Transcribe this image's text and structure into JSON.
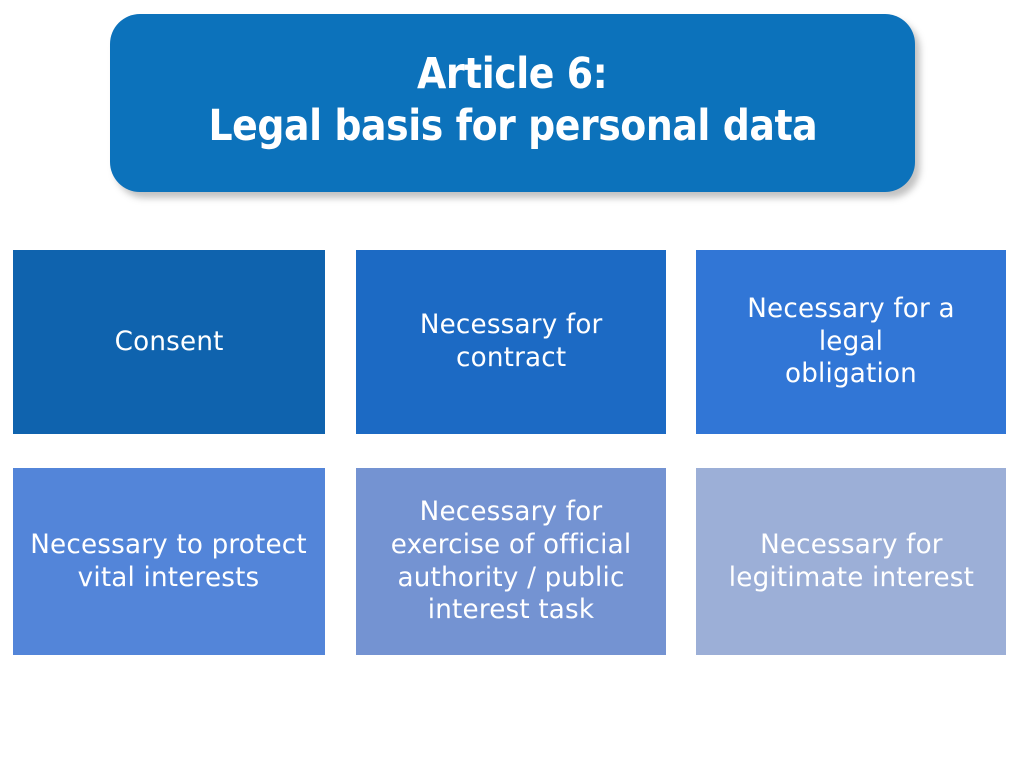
{
  "slide": {
    "background_color": "#ffffff",
    "title": {
      "line_1": "Article 6:",
      "line_2": "Legal basis for personal data",
      "background_color": "#0c72bb",
      "text_color": "#ffffff"
    },
    "cards": [
      {
        "label": "Consent",
        "color": "#0f63ae",
        "text_color": "#ffffff",
        "row": 0,
        "column": 0
      },
      {
        "label": "Necessary for\ncontract",
        "color": "#1c6ac4",
        "text_color": "#ffffff",
        "row": 0,
        "column": 1
      },
      {
        "label": "Necessary for a legal\nobligation",
        "color": "#3176d6",
        "text_color": "#ffffff",
        "row": 0,
        "column": 2
      },
      {
        "label": "Necessary to protect\nvital interests",
        "color": "#5385d9",
        "text_color": "#ffffff",
        "row": 1,
        "column": 0
      },
      {
        "label": "Necessary for\nexercise of official\nauthority / public\ninterest task",
        "color": "#7493d2",
        "text_color": "#ffffff",
        "row": 1,
        "column": 1
      },
      {
        "label": "Necessary for\nlegitimate interest",
        "color": "#9cafd7",
        "text_color": "#ffffff",
        "row": 1,
        "column": 2
      }
    ]
  }
}
